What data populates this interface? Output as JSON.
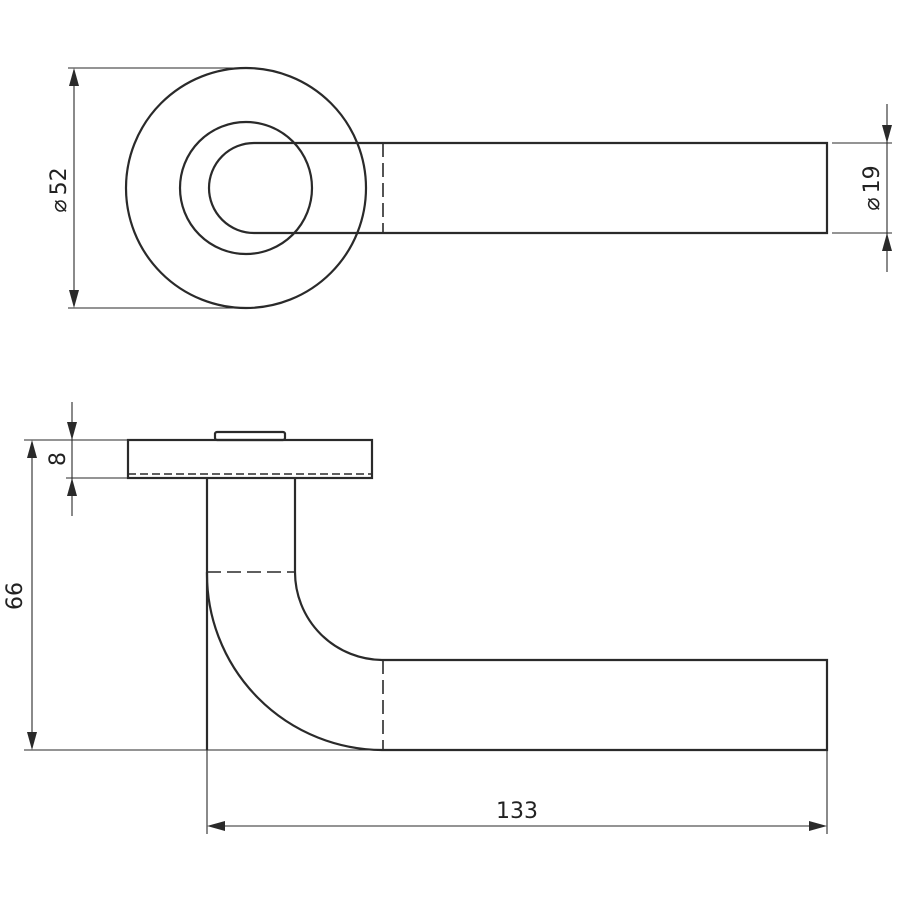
{
  "drawing": {
    "top_view": {
      "rose_diameter_label": "52",
      "lever_diameter_label": "19"
    },
    "side_view": {
      "rose_thickness_label": "8",
      "height_label": "66",
      "projection_label": "133"
    },
    "diameter_symbol": "⌀"
  }
}
